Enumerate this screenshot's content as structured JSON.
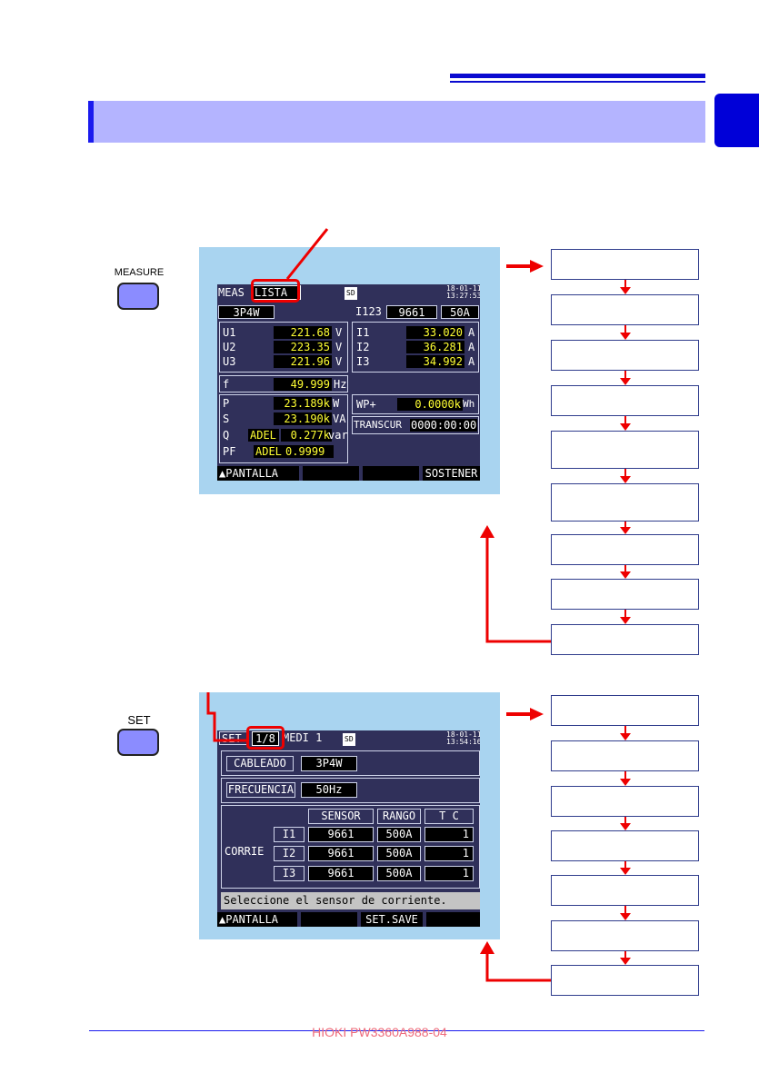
{
  "measure": {
    "button_label": "MEASURE",
    "header": {
      "tab1": "MEAS",
      "tab2": "LISTA",
      "sd": "SD",
      "date": "18-01-11",
      "time": "13:27:53"
    },
    "wiring": "3P4W",
    "clamp": {
      "ch": "I123",
      "sensor": "9661",
      "range": "50A"
    },
    "voltage": [
      {
        "label": "U1",
        "value": "221.68",
        "unit": "V"
      },
      {
        "label": "U2",
        "value": "223.35",
        "unit": "V"
      },
      {
        "label": "U3",
        "value": "221.96",
        "unit": "V"
      }
    ],
    "current": [
      {
        "label": "I1",
        "value": "33.020",
        "unit": "A"
      },
      {
        "label": "I2",
        "value": "36.281",
        "unit": "A"
      },
      {
        "label": "I3",
        "value": "34.992",
        "unit": "A"
      }
    ],
    "freq": {
      "label": "f",
      "value": "49.999",
      "unit": "Hz"
    },
    "power": {
      "p_label": "P",
      "p_value": "23.189k",
      "p_unit": "W",
      "s_label": "S",
      "s_value": "23.190k",
      "s_unit": "VA",
      "q_label": "Q",
      "q_prefix": "ADEL",
      "q_value": "0.277k",
      "q_unit": "var",
      "pf_label": "PF",
      "pf_prefix": "ADEL",
      "pf_value": "0.9999"
    },
    "energy": {
      "label": "WP+",
      "value": "0.0000k",
      "unit": "Wh"
    },
    "elapsed": {
      "label": "TRANSCUR",
      "value": "0000:00:00"
    },
    "fkeys": {
      "f1": "PANTALLA",
      "f4": "SOSTENER"
    }
  },
  "set": {
    "button_label": "SET",
    "header": {
      "tab1": "SET",
      "page": "1/8",
      "tab3": "MEDI 1",
      "sd": "SD",
      "date": "18-01-11",
      "time": "13:54:16"
    },
    "wiring": {
      "label": "CABLEADO",
      "value": "3P4W"
    },
    "frequency": {
      "label": "FRECUENCIA",
      "value": "50Hz"
    },
    "table": {
      "group": "CORRIE",
      "headers": [
        "SENSOR",
        "RANGO",
        "T C"
      ],
      "rows": [
        {
          "ch": "I1",
          "sensor": "9661",
          "range": "500A",
          "ct": "1"
        },
        {
          "ch": "I2",
          "sensor": "9661",
          "range": "500A",
          "ct": "1"
        },
        {
          "ch": "I3",
          "sensor": "9661",
          "range": "500A",
          "ct": "1"
        }
      ]
    },
    "hint": "Seleccione el sensor de corriente.",
    "fkeys": {
      "f1": "PANTALLA",
      "f3": "SET.SAVE"
    }
  },
  "footer": {
    "text": "HIOKI PW3360A988-04"
  },
  "colors": {
    "accent_blue": "#1a1aee",
    "highlight_red": "#ee0000",
    "value_yellow": "#ffff33",
    "lcd_bg": "#30305a"
  }
}
